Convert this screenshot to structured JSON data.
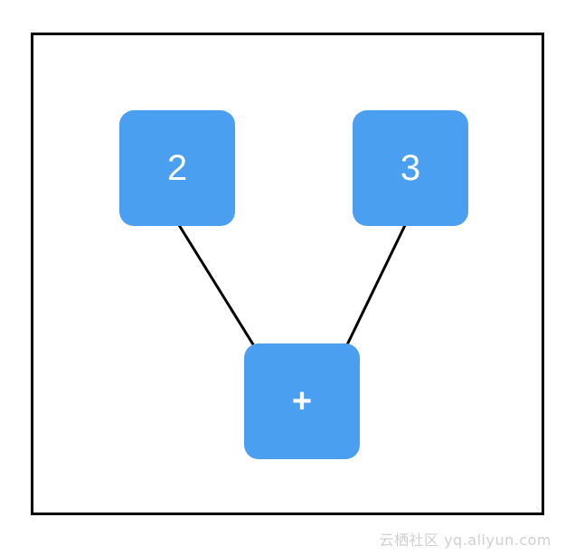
{
  "nodes": {
    "left": {
      "label": "2"
    },
    "right": {
      "label": "3"
    },
    "operator": {
      "label": "+"
    }
  },
  "colors": {
    "node_fill": "#4a9ff0",
    "node_text": "#ffffff",
    "edge": "#000000",
    "frame_border": "#000000"
  },
  "edges": [
    {
      "from": "left",
      "to": "operator"
    },
    {
      "from": "right",
      "to": "operator"
    }
  ],
  "watermark": {
    "text": "云栖社区 yq.aliyun.com"
  }
}
